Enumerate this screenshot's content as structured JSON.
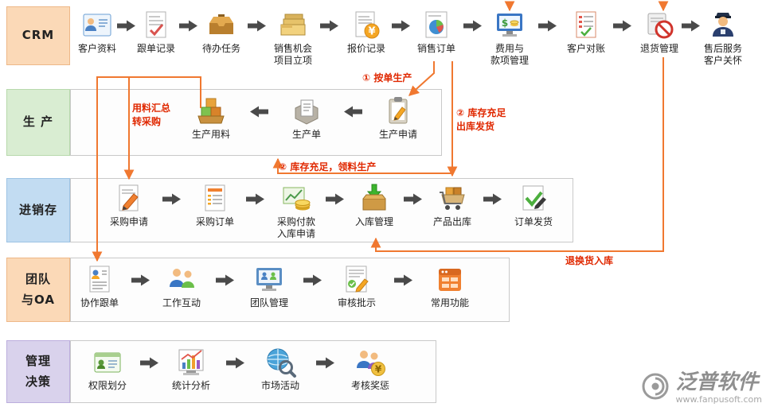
{
  "rows": [
    {
      "label": "CRM",
      "bg": "#fbd9b7",
      "border": "#eeb888",
      "items": [
        {
          "icon": "customer-card",
          "label": "客户资料"
        },
        {
          "icon": "checklist",
          "label": "跟单记录"
        },
        {
          "icon": "tray",
          "label": "待办任务"
        },
        {
          "icon": "folders",
          "label": "销售机会\n项目立项"
        },
        {
          "icon": "doc-yen",
          "label": "报价记录"
        },
        {
          "icon": "doc-pie",
          "label": "销售订单"
        },
        {
          "icon": "money-screen",
          "label": "费用与\n款项管理"
        },
        {
          "icon": "checklist-red",
          "label": "客户对账"
        },
        {
          "icon": "no-entry",
          "label": "退货管理"
        },
        {
          "icon": "support-person",
          "label": "售后服务\n客户关怀"
        }
      ]
    },
    {
      "label": "生  产",
      "bg": "#d9edd2",
      "border": "#b7d9ac",
      "items": [
        {
          "icon": "materials",
          "label": "生产用料"
        },
        {
          "icon": "doc-box",
          "label": "生产单"
        },
        {
          "icon": "clipboard-pencil",
          "label": "生产申请"
        }
      ]
    },
    {
      "label": "进销存",
      "bg": "#c2dcf2",
      "border": "#9dc3e4",
      "items": [
        {
          "icon": "doc-pencil",
          "label": "采购申请"
        },
        {
          "icon": "doc-list",
          "label": "采购订单"
        },
        {
          "icon": "coins-chart",
          "label": "采购付款\n入库申请"
        },
        {
          "icon": "box-arrow-down",
          "label": "入库管理"
        },
        {
          "icon": "cart-boxes",
          "label": "产品出库"
        },
        {
          "icon": "check-pen",
          "label": "订单发货"
        }
      ]
    },
    {
      "label": "团队\n与OA",
      "bg": "#fbd9b7",
      "border": "#eeb888",
      "items": [
        {
          "icon": "person-doc",
          "label": "协作跟单"
        },
        {
          "icon": "people-two",
          "label": "工作互动"
        },
        {
          "icon": "screen-people",
          "label": "团队管理"
        },
        {
          "icon": "doc-approve",
          "label": "审核批示"
        },
        {
          "icon": "app-window",
          "label": "常用功能"
        }
      ]
    },
    {
      "label": "管理\n决策",
      "bg": "#d9d2ec",
      "border": "#bcaedd",
      "items": [
        {
          "icon": "id-card",
          "label": "权限划分"
        },
        {
          "icon": "chart-bars",
          "label": "统计分析"
        },
        {
          "icon": "globe-magnifier",
          "label": "市场活动"
        },
        {
          "icon": "people-yen",
          "label": "考核奖惩"
        }
      ]
    }
  ],
  "annotations": [
    {
      "text": "① 按单生产"
    },
    {
      "text": "② 库存充足\n出库发货"
    },
    {
      "text": "用料汇总\n转采购"
    },
    {
      "text": "② 库存充足，领料生产"
    },
    {
      "text": "退换货入库"
    }
  ],
  "connector_color": "#f07830",
  "arrow_color": "#4a4a4a",
  "annotation_color": "#e02800",
  "watermark": {
    "brand": "泛普软件",
    "site": "www.fanpusoft.com"
  }
}
